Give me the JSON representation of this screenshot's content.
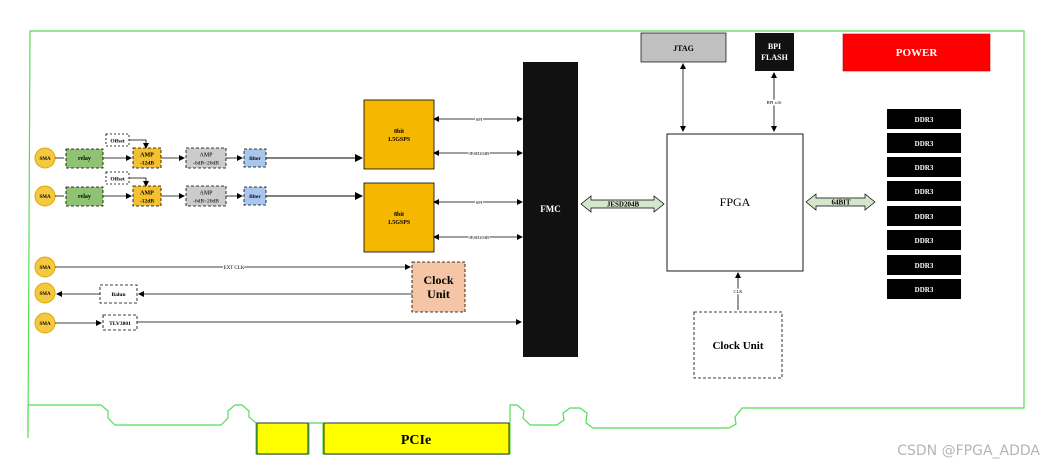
{
  "adc_channels": [
    {
      "sma": "SMA",
      "relay": "relay",
      "offset": "Offset",
      "amp1_line1": "AMP",
      "amp1_line2": "-12dB",
      "amp2_line1": "AMP",
      "amp2_line2": "-6dB~26dB",
      "filter": "filter",
      "adc_line1": "8bit",
      "adc_line2": "1.5GSPS",
      "spi": "SPI",
      "jesd": "JESD204B"
    },
    {
      "sma": "SMA",
      "relay": "relay",
      "offset": "Offset",
      "amp1_line1": "AMP",
      "amp1_line2": "-12dB",
      "amp2_line1": "AMP",
      "amp2_line2": "-6dB~26dB",
      "filter": "filter",
      "adc_line1": "8bit",
      "adc_line2": "1.5GSPS",
      "spi": "SPI",
      "jesd": "JESD204B"
    }
  ],
  "clock_io": {
    "ext_sma": "SMA",
    "ext_clk_label": "EXT CLK",
    "balun_sma": "SMA",
    "balun": "Balun",
    "tlv_sma": "SMA",
    "tlv": "TLV3801"
  },
  "clock_unit_left": {
    "line1": "Clock",
    "line2": "Unit"
  },
  "fmc": "FMC",
  "jesd_link": "JESD204B",
  "fpga": "FPGA",
  "bus_link": "64BIT",
  "jtag": "JTAG",
  "bpi_flash": {
    "line1": "BPI",
    "line2": "FLASH",
    "bus": "BPI x16"
  },
  "power": "POWER",
  "ddr": [
    "DDR3",
    "DDR3",
    "DDR3",
    "DDR3",
    "DDR3",
    "DDR3",
    "DDR3",
    "DDR3"
  ],
  "clock_unit_right": "Clock Unit",
  "clk_label": "CLK",
  "pcie": "PCIe",
  "watermark": "CSDN @FPGA_ADDA",
  "colors": {
    "board_outline": "#55dd55",
    "sma": "#f5c842",
    "relay": "#8fc373",
    "amp": "#f5c030",
    "amp_gain": "#cccccc",
    "filter": "#a9c7ec",
    "adc": "#f5b700",
    "clock_unit": "#f4c6a5",
    "fmc": "#111111",
    "jtag": "#c0c0c0",
    "power": "#ff0000",
    "pcie": "#ffff00",
    "arrow_link": "#d6e6cc"
  }
}
